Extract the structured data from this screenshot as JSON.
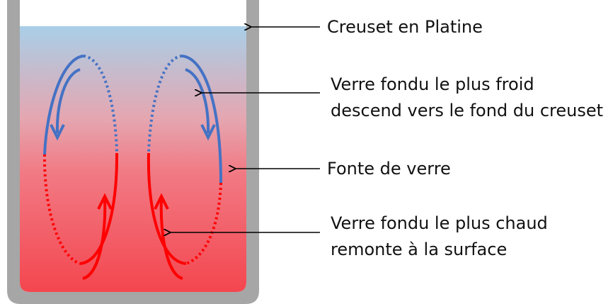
{
  "labels": {
    "crucible": "Creuset en Platine",
    "cold_glass": [
      "Verre fondu le plus froid",
      "descend vers le fond du creuset"
    ],
    "melt": "Fonte de verre",
    "hot_glass": [
      "Verre fondu le plus chaud",
      "remonte à la surface"
    ]
  },
  "colors": {
    "crucible_wall": "#a6a6a6",
    "melt_top": "#a9cfe8",
    "melt_bottom": "#f4464f",
    "cold_flow": "#4472c4",
    "hot_flow": "#ff0000",
    "pointer": "#000000"
  }
}
